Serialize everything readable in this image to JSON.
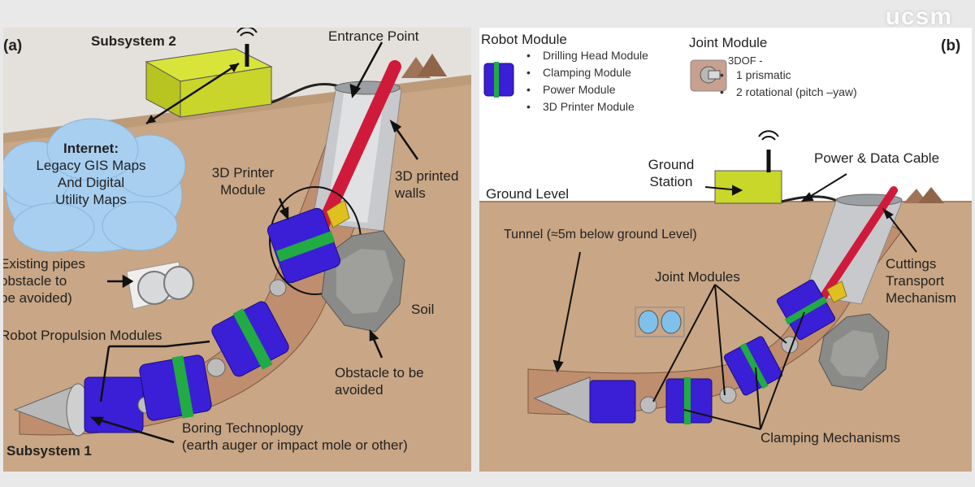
{
  "logo": "ucsm",
  "panel_a": {
    "tag": "(a)",
    "subsystem2": "Subsystem 2",
    "subsystem1": "Subsystem 1",
    "entrance": "Entrance Point",
    "internet": [
      "Internet:",
      "Legacy GIS Maps",
      "And Digital",
      "Utility Maps"
    ],
    "printer_module": [
      "3D Printer",
      "Module"
    ],
    "printed_walls": [
      "3D printed",
      "walls"
    ],
    "existing_pipes": [
      "Existing pipes",
      "obstacle to",
      "be avoided)"
    ],
    "soil": "Soil",
    "propulsion": "Robot Propulsion Modules",
    "obstacle": [
      "Obstacle to be",
      "avoided"
    ],
    "boring": [
      "Boring Technoplogy",
      "(earth auger or impact mole or other)"
    ]
  },
  "panel_b": {
    "tag": "(b)",
    "robot_module_title": "Robot Module",
    "robot_modules": [
      "Drilling Head Module",
      "Clamping Module",
      "Power Module",
      "3D Printer Module"
    ],
    "joint_module_title": "Joint Module",
    "joint_dof": "3DOF -",
    "joint_items": [
      "1 prismatic",
      "2 rotational (pitch –yaw)"
    ],
    "ground_station": [
      "Ground",
      "Station"
    ],
    "power_cable": "Power & Data Cable",
    "ground_level": "Ground Level",
    "tunnel": "Tunnel (≈5m below ground Level)",
    "joint_modules": "Joint Modules",
    "cuttings": [
      "Cuttings",
      "Transport",
      "Mechanism"
    ],
    "clamping": "Clamping Mechanisms"
  },
  "colors": {
    "soil": "#c9a685",
    "module_blue": "#3a1fd6",
    "ring_green": "#22aa44",
    "station_yellow": "#c9d62a",
    "pipe_red": "#d01a3c",
    "cloud_blue": "#a8cff0"
  }
}
